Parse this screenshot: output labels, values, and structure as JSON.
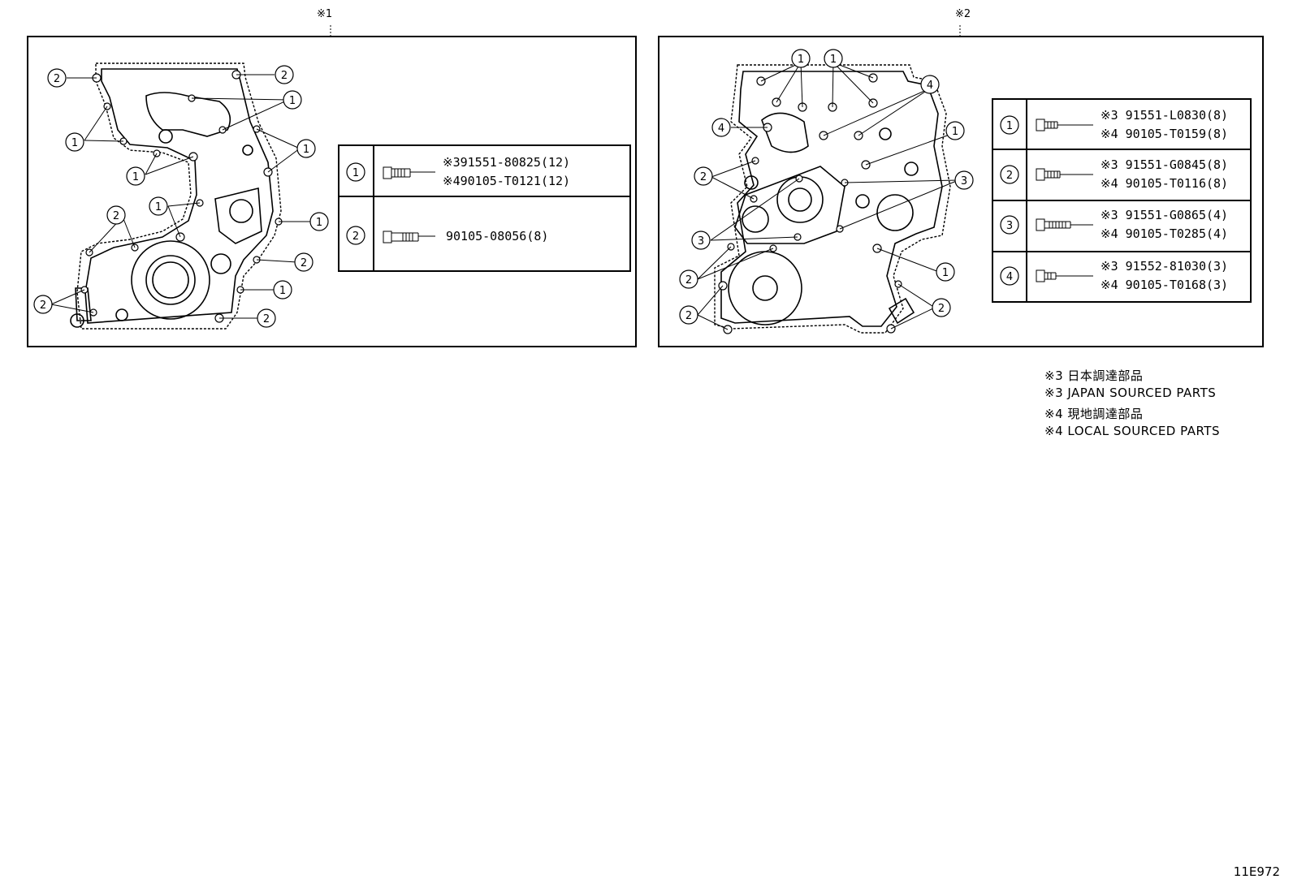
{
  "diagram": {
    "panel1": {
      "marker": "※1",
      "table": [
        {
          "ref": "1",
          "lines": [
            "※391551-80825(12)",
            "※490105-T0121(12)"
          ]
        },
        {
          "ref": "2",
          "lines": [
            "90105-08056(8)"
          ]
        }
      ]
    },
    "panel2": {
      "marker": "※2",
      "table": [
        {
          "ref": "1",
          "lines": [
            "※3 91551-L0830(8)",
            "※4 90105-T0159(8)"
          ]
        },
        {
          "ref": "2",
          "lines": [
            "※3 91551-G0845(8)",
            "※4 90105-T0116(8)"
          ]
        },
        {
          "ref": "3",
          "lines": [
            "※3 91551-G0865(4)",
            "※4 90105-T0285(4)"
          ]
        },
        {
          "ref": "4",
          "lines": [
            "※3 91552-81030(3)",
            "※4 90105-T0168(3)"
          ]
        }
      ]
    },
    "legend": [
      "※3 日本調達部品",
      "※3 JAPAN SOURCED PARTS",
      "※4 現地調達部品",
      "※4 LOCAL SOURCED PARTS"
    ],
    "figure_code": "11E972"
  }
}
